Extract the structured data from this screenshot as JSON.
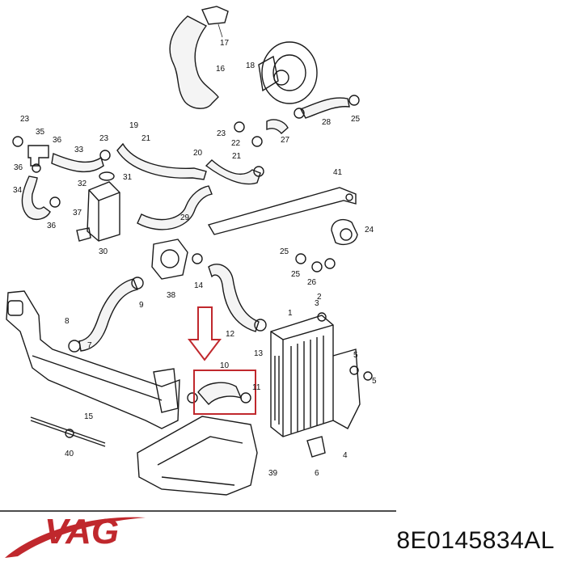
{
  "diagram": {
    "callouts": [
      {
        "id": "c17",
        "text": "17"
      },
      {
        "id": "c16",
        "text": "16"
      },
      {
        "id": "c18",
        "text": "18"
      },
      {
        "id": "c19",
        "text": "19"
      },
      {
        "id": "c23a",
        "text": "23"
      },
      {
        "id": "c35",
        "text": "35"
      },
      {
        "id": "c36a",
        "text": "36"
      },
      {
        "id": "c33",
        "text": "33"
      },
      {
        "id": "c23b",
        "text": "23"
      },
      {
        "id": "c21a",
        "text": "21"
      },
      {
        "id": "c20",
        "text": "20"
      },
      {
        "id": "c23c",
        "text": "23"
      },
      {
        "id": "c22",
        "text": "22"
      },
      {
        "id": "c21b",
        "text": "21"
      },
      {
        "id": "c27",
        "text": "27"
      },
      {
        "id": "c28",
        "text": "28"
      },
      {
        "id": "c25a",
        "text": "25"
      },
      {
        "id": "c36b",
        "text": "36"
      },
      {
        "id": "c34",
        "text": "34"
      },
      {
        "id": "c32",
        "text": "32"
      },
      {
        "id": "c31",
        "text": "31"
      },
      {
        "id": "c37",
        "text": "37"
      },
      {
        "id": "c36c",
        "text": "36"
      },
      {
        "id": "c30",
        "text": "30"
      },
      {
        "id": "c29",
        "text": "29"
      },
      {
        "id": "c41",
        "text": "41"
      },
      {
        "id": "c24",
        "text": "24"
      },
      {
        "id": "c25b",
        "text": "25"
      },
      {
        "id": "c25c",
        "text": "25"
      },
      {
        "id": "c26",
        "text": "26"
      },
      {
        "id": "c38",
        "text": "38"
      },
      {
        "id": "c14",
        "text": "14"
      },
      {
        "id": "c9",
        "text": "9"
      },
      {
        "id": "c3",
        "text": "3"
      },
      {
        "id": "c2",
        "text": "2"
      },
      {
        "id": "c8",
        "text": "8"
      },
      {
        "id": "c7",
        "text": "7"
      },
      {
        "id": "c12",
        "text": "12"
      },
      {
        "id": "c13",
        "text": "13"
      },
      {
        "id": "c10",
        "text": "10"
      },
      {
        "id": "c11",
        "text": "11"
      },
      {
        "id": "c1",
        "text": "1"
      },
      {
        "id": "c5a",
        "text": "5"
      },
      {
        "id": "c5b",
        "text": "5"
      },
      {
        "id": "c15",
        "text": "15"
      },
      {
        "id": "c4",
        "text": "4"
      },
      {
        "id": "c40",
        "text": "40"
      },
      {
        "id": "c6",
        "text": "6"
      },
      {
        "id": "c39",
        "text": "39"
      }
    ],
    "highlight_color": "#c0282d"
  },
  "footer": {
    "brand": "VAG",
    "brand_color": "#c0282d",
    "part_number": "8E0145834AL"
  }
}
